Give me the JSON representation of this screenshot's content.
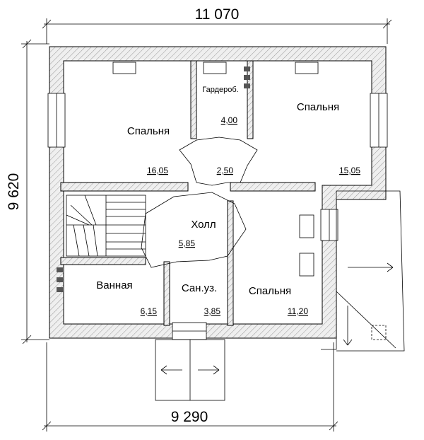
{
  "dimensions": {
    "top": "11 070",
    "left": "9 620",
    "bottom": "9 290"
  },
  "rooms": [
    {
      "id": "bedroom-left",
      "name": "Спальня",
      "area": "16,05"
    },
    {
      "id": "wardrobe",
      "name": "Гардероб.",
      "area": "4,00"
    },
    {
      "id": "bedroom-right",
      "name": "Спальня",
      "area": "15,05"
    },
    {
      "id": "corridor",
      "name": "",
      "area": "2,50"
    },
    {
      "id": "hall",
      "name": "Холл",
      "area": "5,85"
    },
    {
      "id": "bathroom",
      "name": "Ванная",
      "area": "6,15"
    },
    {
      "id": "toilet",
      "name": "Сан.уз.",
      "area": "3,85"
    },
    {
      "id": "bedroom-bottom",
      "name": "Спальня",
      "area": "11,20"
    }
  ],
  "colors": {
    "line": "#000000",
    "hatch": "#9a9a9a",
    "background": "#ffffff"
  }
}
